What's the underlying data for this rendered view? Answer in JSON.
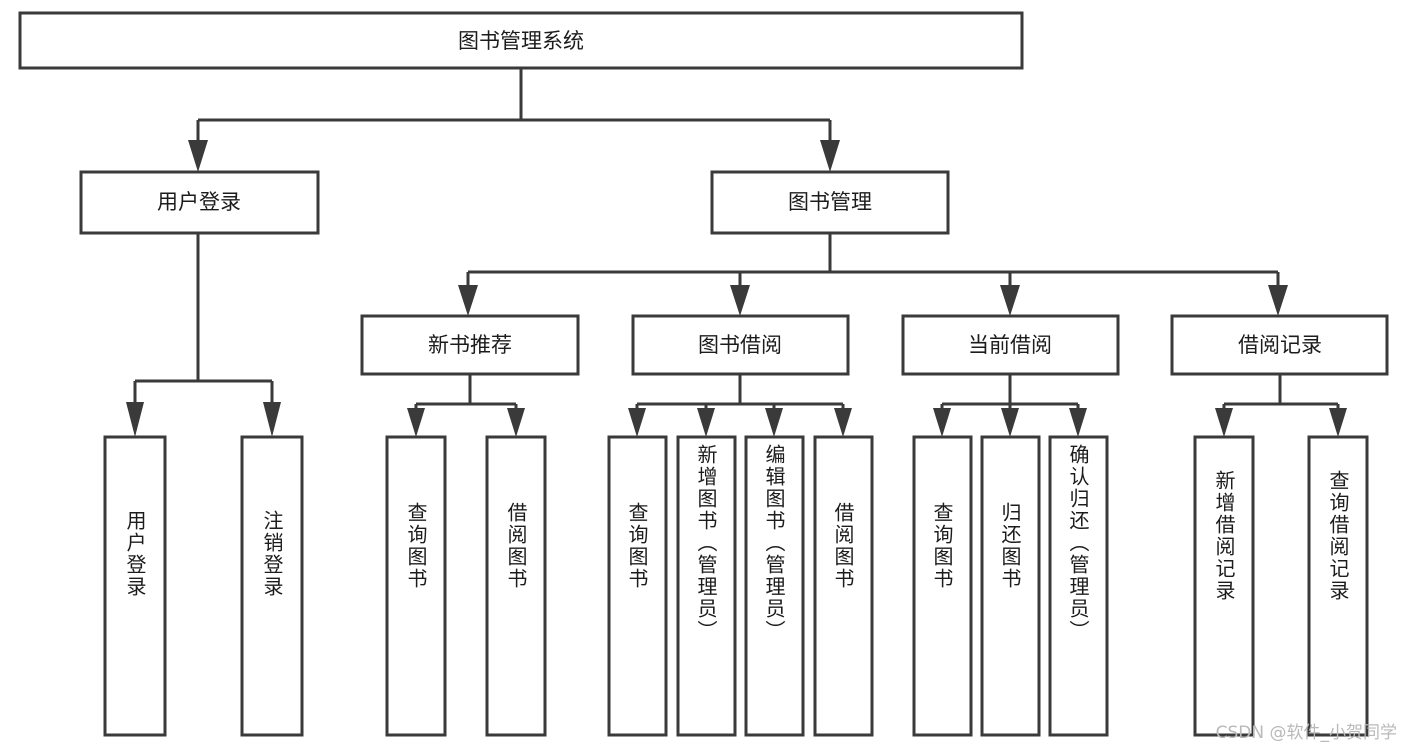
{
  "diagram": {
    "title": "图书管理系统",
    "type": "hierarchy-tree",
    "theme": {
      "background": "#ffffff",
      "box_fill": "#ffffff",
      "box_stroke": "#3a3a3a",
      "connector": "#3a3a3a",
      "text": "#1c1c1c",
      "watermark_color": "#b9b9b9"
    },
    "root": {
      "label": "图书管理系统"
    },
    "level2": [
      {
        "label": "用户登录"
      },
      {
        "label": "图书管理"
      }
    ],
    "level3": [
      {
        "label": "新书推荐"
      },
      {
        "label": "图书借阅"
      },
      {
        "label": "当前借阅"
      },
      {
        "label": "借阅记录"
      }
    ],
    "leaves": {
      "user_login": [
        {
          "label": "用户登录"
        },
        {
          "label": "注销登录"
        }
      ],
      "new_book_recommend": [
        {
          "label": "查询图书"
        },
        {
          "label": "借阅图书"
        }
      ],
      "book_borrow": [
        {
          "label": "查询图书"
        },
        {
          "label": "新增图书（管理员）"
        },
        {
          "label": "编辑图书（管理员）"
        },
        {
          "label": "借阅图书"
        }
      ],
      "current_borrow": [
        {
          "label": "查询图书"
        },
        {
          "label": "归还图书"
        },
        {
          "label": "确认归还（管理员）"
        }
      ],
      "borrow_record": [
        {
          "label": "新增借阅记录"
        },
        {
          "label": "查询借阅记录"
        }
      ]
    }
  },
  "watermark": {
    "text": "CSDN @软件_小贺同学"
  }
}
